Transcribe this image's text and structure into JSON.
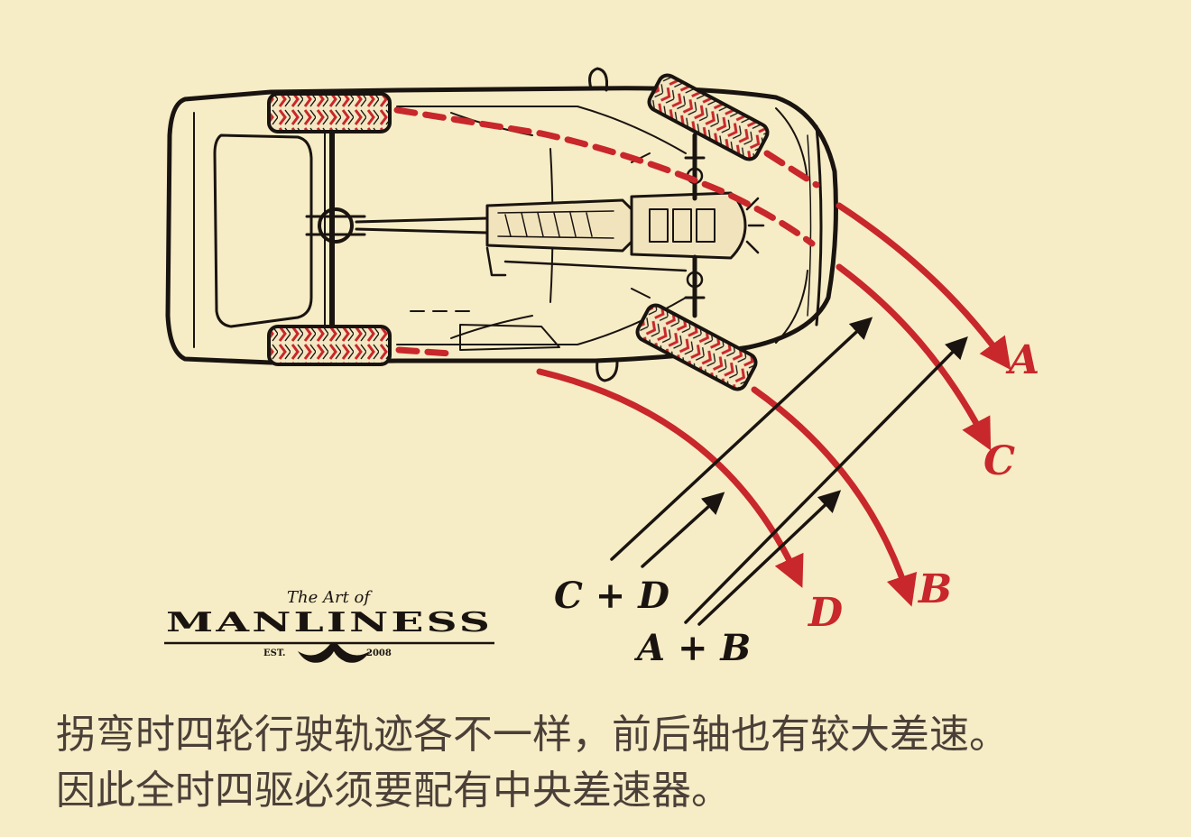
{
  "diagram": {
    "labels": {
      "a": "A",
      "b": "B",
      "c": "C",
      "d": "D",
      "c_plus_d": "C + D",
      "a_plus_b": "A + B"
    },
    "logo": {
      "small": "The Art of",
      "main": "MANLINESS",
      "est": "EST.",
      "year": "2008"
    },
    "colors": {
      "background": "#f6ecc6",
      "path_red": "#c8272b",
      "ink": "#1a1410",
      "text": "#4b4038"
    }
  },
  "caption": {
    "line1": "拐弯时四轮行驶轨迹各不一样，前后轴也有较大差速。",
    "line2": "因此全时四驱必须要配有中央差速器。"
  }
}
